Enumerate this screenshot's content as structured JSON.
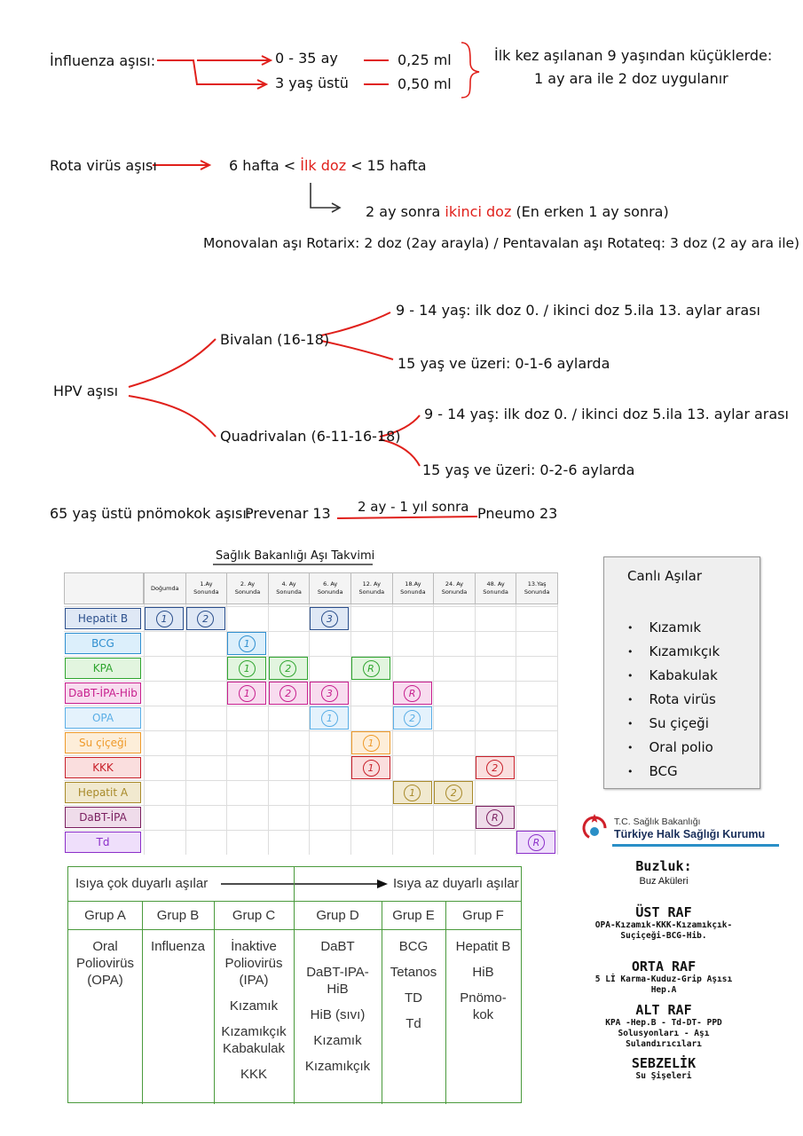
{
  "influenza": {
    "label": "İnfluenza aşısı:",
    "age1": "0 - 35 ay",
    "dose1": "0,25 ml",
    "age2": "3 yaş üstü",
    "dose2": "0,50 ml",
    "note1": "İlk kez aşılanan 9 yaşından küçüklerde:",
    "note2": "1 ay ara ile 2 doz uygulanır"
  },
  "rota": {
    "label": "Rota virüs aşısı",
    "first_pre": "6 hafta <",
    "first_red": "İlk doz",
    "first_post": "< 15 hafta",
    "second_pre": "2 ay sonra",
    "second_red": "ikinci doz",
    "second_post": "(En erken 1 ay sonra)",
    "mono": "Monovalan aşı Rotarix: 2 doz (2ay arayla) / Pentavalan aşı Rotateq: 3 doz (2 ay ara ile)"
  },
  "hpv": {
    "label": "HPV aşısı",
    "bivalan": "Bivalan (16-18)",
    "biv1": "9 - 14 yaş: ilk doz 0. / ikinci doz 5.ila 13. aylar arası",
    "biv2": "15 yaş ve üzeri: 0-1-6 aylarda",
    "quad": "Quadrivalan (6-11-16-18)",
    "quad1": "9 - 14 yaş: ilk doz 0. / ikinci doz 5.ila 13. aylar arası",
    "quad2": "15 yaş ve üzeri: 0-2-6 aylarda"
  },
  "pneumo": {
    "label": "65 yaş üstü pnömokok aşısı:",
    "first": "Prevenar 13",
    "interval": "2 ay - 1 yıl sonra",
    "second": "Pneumo 23"
  },
  "schedule": {
    "title": "Sağlık Bakanlığı Aşı Takvimi",
    "headers": [
      "Doğumda",
      "1.Ay Sonunda",
      "2. Ay Sonunda",
      "4. Ay Sonunda",
      "6. Ay Sonunda",
      "12. Ay Sonunda",
      "18.Ay Sonunda",
      "24. Ay Sonunda",
      "48. Ay Sonunda",
      "13.Yaş Sonunda"
    ],
    "rows": [
      {
        "name": "Hepatit B",
        "color": "#2b4f8c",
        "fill": "#dfe8f5",
        "doses": [
          {
            "col": 0,
            "label": "1"
          },
          {
            "col": 1,
            "label": "2"
          },
          {
            "col": 4,
            "label": "3"
          }
        ]
      },
      {
        "name": "BCG",
        "color": "#2f8fd0",
        "fill": "#dceffb",
        "doses": [
          {
            "col": 2,
            "label": "1"
          }
        ]
      },
      {
        "name": "KPA",
        "color": "#2fa52f",
        "fill": "#e2f5df",
        "doses": [
          {
            "col": 2,
            "label": "1"
          },
          {
            "col": 3,
            "label": "2"
          },
          {
            "col": 5,
            "label": "R"
          }
        ]
      },
      {
        "name": "DaBT-İPA-Hib",
        "color": "#c71f8e",
        "fill": "#f8dcef",
        "doses": [
          {
            "col": 2,
            "label": "1"
          },
          {
            "col": 3,
            "label": "2"
          },
          {
            "col": 4,
            "label": "3"
          },
          {
            "col": 6,
            "label": "R"
          }
        ]
      },
      {
        "name": "OPA",
        "color": "#5aaee6",
        "fill": "#e4f2fc",
        "doses": [
          {
            "col": 4,
            "label": "1"
          },
          {
            "col": 6,
            "label": "2"
          }
        ]
      },
      {
        "name": "Su çiçeği",
        "color": "#ee9a2a",
        "fill": "#fdeed9",
        "doses": [
          {
            "col": 5,
            "label": "1"
          }
        ]
      },
      {
        "name": "KKK",
        "color": "#c8202a",
        "fill": "#fadede",
        "doses": [
          {
            "col": 5,
            "label": "1"
          },
          {
            "col": 8,
            "label": "2"
          }
        ]
      },
      {
        "name": "Hepatit A",
        "color": "#a88a2a",
        "fill": "#f1e9cf",
        "doses": [
          {
            "col": 6,
            "label": "1"
          },
          {
            "col": 7,
            "label": "2"
          }
        ]
      },
      {
        "name": "DaBT-İPA",
        "color": "#7a1f5f",
        "fill": "#efdcea",
        "doses": [
          {
            "col": 8,
            "label": "R"
          }
        ]
      },
      {
        "name": "Td",
        "color": "#8b2fc9",
        "fill": "#efdffb",
        "doses": [
          {
            "col": 9,
            "label": "R"
          }
        ]
      }
    ]
  },
  "live": {
    "title": "Canlı Aşılar",
    "items": [
      "Kızamık",
      "Kızamıkçık",
      "Kabakulak",
      "Rota virüs",
      "Su çiçeği",
      "Oral polio",
      "BCG"
    ]
  },
  "groups": {
    "left": "Isıya çok duyarlı aşılar",
    "right": "Isıya az duyarlı aşılar",
    "cols": [
      {
        "name": "Grup A",
        "items": [
          "Oral Poliovirüs (OPA)"
        ]
      },
      {
        "name": "Grup B",
        "items": [
          "Influenza"
        ]
      },
      {
        "name": "Grup C",
        "items": [
          "İnaktive Poliovirüs (IPA)",
          "Kızamık",
          "Kızamıkçık Kabakulak",
          "KKK"
        ]
      },
      {
        "name": "Grup D",
        "items": [
          "DaBT",
          "DaBT-IPA-HiB",
          "HiB (sıvı)",
          "Kızamık",
          "Kızamıkçık"
        ]
      },
      {
        "name": "Grup E",
        "items": [
          "BCG",
          "Tetanos",
          "TD",
          "Td"
        ]
      },
      {
        "name": "Grup F",
        "items": [
          "Hepatit B",
          "HiB",
          "Pnömo-kok"
        ]
      }
    ]
  },
  "logo": {
    "line1": "T.C. Sağlık Bakanlığı",
    "line2": "Türkiye Halk Sağlığı Kurumu"
  },
  "fridge": {
    "buzluk": "Buzluk:",
    "buzluk_sub": "Buz Aküleri",
    "ust": "ÜST RAF",
    "ust_sub": "OPA-Kızamık-KKK-Kızamıkçık-Suçiçeği-BCG-Hib.",
    "orta": "ORTA RAF",
    "orta_sub": "5 Lİ Karma-Kuduz-Grip Aşısı Hep.A",
    "alt": "ALT RAF",
    "alt_sub": "KPA -Hep.B - Td-DT- PPD Solusyonları - Aşı Sulandırıcıları",
    "sebze": "SEBZELİK",
    "sebze_sub": "Su Şişeleri"
  }
}
